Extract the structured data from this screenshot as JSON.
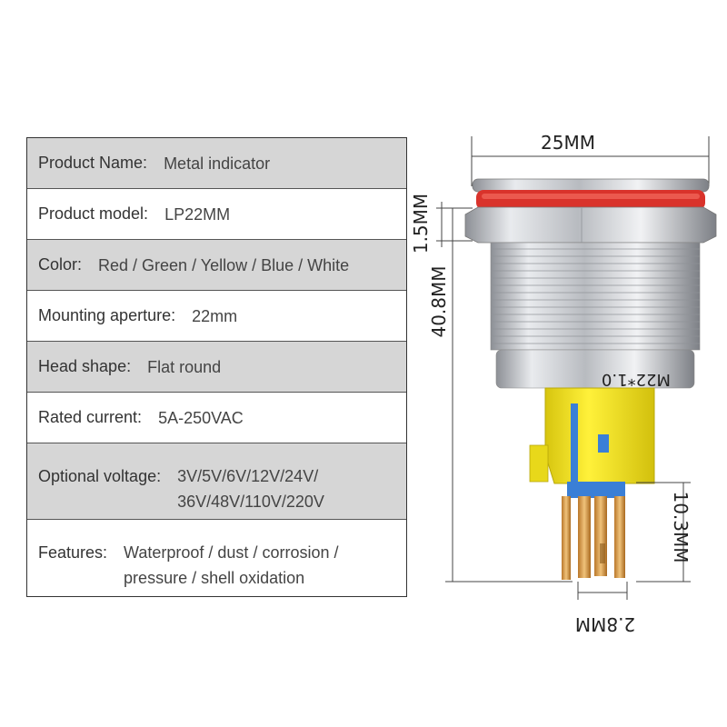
{
  "specs": [
    {
      "label": "Product Name:",
      "value": "Metal indicator"
    },
    {
      "label": "Product model:",
      "value": "LP22MM"
    },
    {
      "label": "Color:",
      "value": "Red / Green / Yellow / Blue / White"
    },
    {
      "label": "Mounting aperture:",
      "value": "22mm"
    },
    {
      "label": "Head shape:",
      "value": "Flat round"
    },
    {
      "label": "Rated current:",
      "value": "5A-250VAC"
    },
    {
      "label": "Optional voltage:",
      "value_lines": [
        "3V/5V/6V/12V/24V/",
        "36V/48V/110V/220V"
      ]
    },
    {
      "label": "Features:",
      "value_lines": [
        "Waterproof / dust / corrosion /",
        "pressure / shell oxidation"
      ]
    }
  ],
  "dimensions": {
    "width": "25MM",
    "bezel": "1.5MM",
    "height": "40.8MM",
    "terminal_length": "10.3MM",
    "terminal_width": "2.8MM",
    "thread": "M22*1.0"
  },
  "colors": {
    "ring": "#d9332b",
    "metal": "#c9ccd0",
    "base": "#f4e81c",
    "connector": "#3a7fd6",
    "pins": "#d89a4a"
  }
}
